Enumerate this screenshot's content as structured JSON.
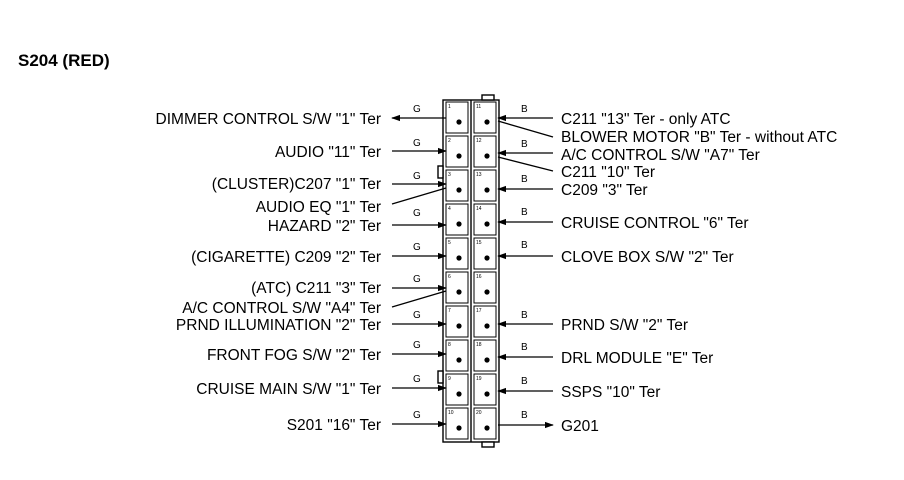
{
  "connector": {
    "title": "S204 (RED)"
  },
  "wires": {
    "left_color": "G",
    "right_color": "B"
  },
  "left_labels": [
    "DIMMER CONTROL S/W \"1\" Ter",
    "AUDIO \"11\" Ter",
    "(CLUSTER)C207 \"1\" Ter",
    "AUDIO EQ \"1\" Ter",
    "HAZARD \"2\" Ter",
    "(CIGARETTE) C209 \"2\" Ter",
    "(ATC) C211 \"3\" Ter",
    "A/C CONTROL S/W \"A4\" Ter",
    "PRND ILLUMINATION \"2\" Ter",
    "FRONT FOG S/W \"2\" Ter",
    "CRUISE MAIN S/W \"1\" Ter",
    "S201 \"16\" Ter"
  ],
  "right_labels": [
    "C211 \"13\" Ter - only ATC",
    "BLOWER MOTOR \"B\" Ter - without ATC",
    "A/C CONTROL S/W \"A7\" Ter",
    "C211 \"10\" Ter",
    "C209 \"3\" Ter",
    "CRUISE CONTROL \"6\" Ter",
    "CLOVE BOX S/W \"2\" Ter",
    "PRND S/W \"2\" Ter",
    "DRL MODULE \"E\" Ter",
    "SSPS \"10\" Ter",
    "G201"
  ],
  "pin_numbers": {
    "left": [
      "1",
      "2",
      "3",
      "4",
      "5",
      "6",
      "7",
      "8",
      "9",
      "10"
    ],
    "right": [
      "11",
      "12",
      "13",
      "14",
      "15",
      "16",
      "17",
      "18",
      "19",
      "20"
    ]
  }
}
